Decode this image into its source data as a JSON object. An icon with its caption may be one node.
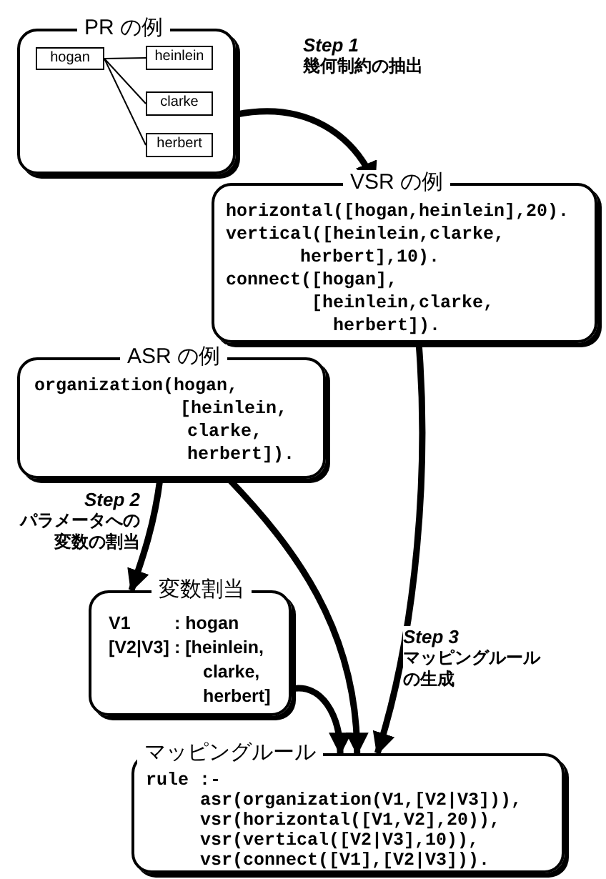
{
  "diagram": {
    "nodes": [
      {
        "text": [
          "PR の例"
        ]
      },
      {
        "text": [
          "hogan"
        ],
        "in": 0
      },
      {
        "text": [
          "heinlein"
        ],
        "in": 0
      },
      {
        "text": [
          "clarke"
        ],
        "in": 0
      },
      {
        "text": [
          "herbert"
        ],
        "in": 0
      },
      {
        "text": [
          "VSR の例",
          "horizontal([hogan,heinlein],20).",
          "vertical([heinlein,clarke,",
          "herbert],10).",
          "connect([hogan],",
          "[heinlein,clarke,",
          "herbert])."
        ]
      },
      {
        "text": [
          "ASR の例",
          "organization(hogan,",
          "[heinlein,",
          "clarke,",
          "herbert])."
        ]
      },
      {
        "text": [
          "変数割当",
          "V1",
          ": hogan",
          "[V2|V3]",
          ": [heinlein,",
          "clarke,",
          "herbert]"
        ]
      },
      {
        "text": [
          "マッピングルール",
          "rule :-",
          "asr(organization(V1,[V2|V3])),",
          "vsr(horizontal([V1,V2],20)),",
          "vsr(vertical([V2|V3],10)),",
          "vsr(connect([V1],[V2|V3]))."
        ]
      }
    ],
    "edges": [
      {
        "from": 1,
        "to": 2,
        "arrow": "none"
      },
      {
        "from": 1,
        "to": 3,
        "arrow": "none"
      },
      {
        "from": 1,
        "to": 4,
        "arrow": "none"
      },
      {
        "from": 0,
        "to": 5,
        "arrow": "to",
        "label": "**Step 1** 幾何制約の抽出"
      },
      {
        "from": 6,
        "to": 7,
        "arrow": "to",
        "label": "**Step 2** パラメータへの変数の割当"
      },
      {
        "from": 6,
        "to": 8,
        "arrow": "to"
      },
      {
        "from": 5,
        "to": 8,
        "arrow": "to",
        "label": "**Step 3** マッピングルールの生成"
      },
      {
        "from": 7,
        "to": 8,
        "arrow": "to"
      }
    ]
  }
}
